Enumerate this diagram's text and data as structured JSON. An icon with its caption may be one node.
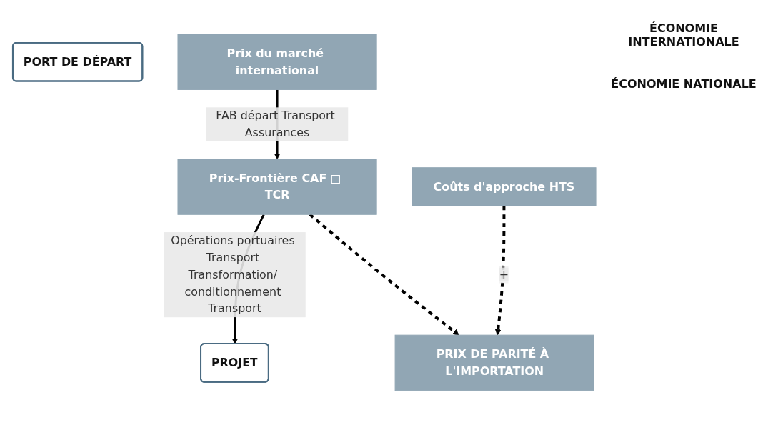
{
  "diagram": {
    "nodes": [
      {
        "text": [
          "PORT DE DÉPART"
        ]
      },
      {
        "text": [
          "Prix du marché international"
        ]
      },
      {
        "text": [
          "Prix-Frontière CAF □ TCR"
        ]
      },
      {
        "text": [
          "Coûts d'approche HTS"
        ]
      },
      {
        "text": [
          "PRIX DE PARITÉ À L'IMPORTATION"
        ]
      },
      {
        "text": [
          "PROJET"
        ]
      }
    ],
    "edges": [
      {
        "from": 1,
        "to": 2,
        "arrow": "to",
        "label": "FAB départ Transport Assurances"
      },
      {
        "from": 2,
        "to": 5,
        "arrow": "to",
        "label": "Opérations portuaires Transport Transformation/ conditionnement Transport"
      },
      {
        "from": 2,
        "to": 4,
        "arrow": "to",
        "style": "dashed"
      },
      {
        "from": 3,
        "to": 4,
        "arrow": "to",
        "style": "dashed",
        "label": "+"
      }
    ],
    "labels": [
      "ÉCONOMIE INTERNATIONALE",
      "ÉCONOMIE NATIONALE"
    ]
  }
}
